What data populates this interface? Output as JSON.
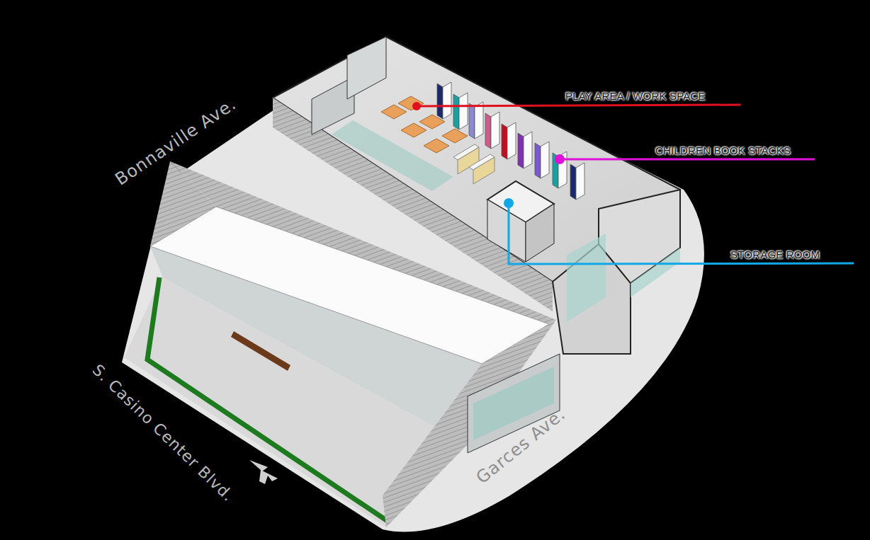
{
  "diagram": {
    "labels": [
      "PLAY AREA / WORK SPACE",
      "CHILDREN BOOK STACKS",
      "STORAGE ROOM",
      "Bonnaville Ave.",
      "S. Casino Center Blvd.",
      "Garces Ave."
    ]
  }
}
